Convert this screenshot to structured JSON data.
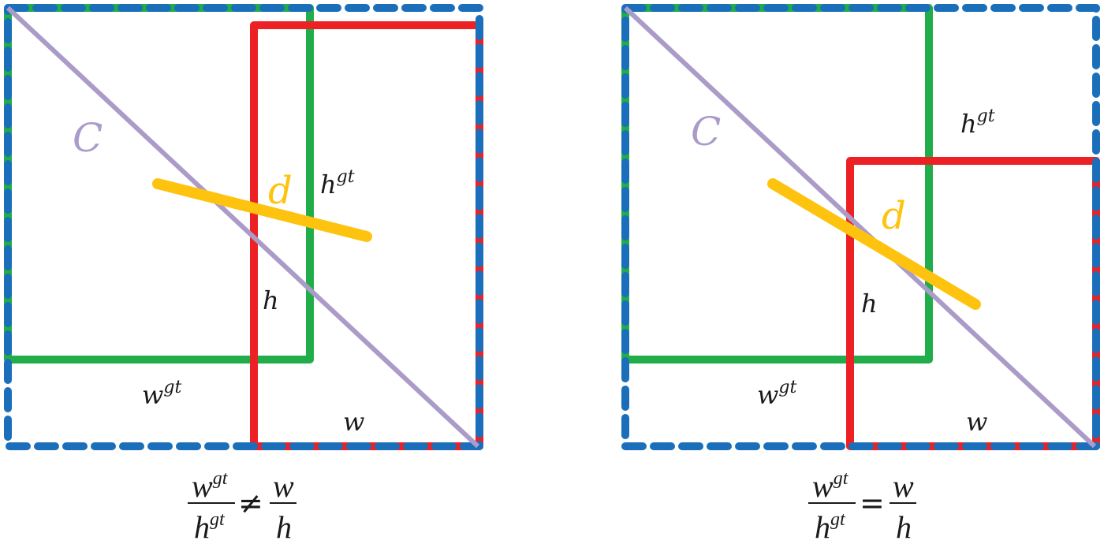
{
  "colors": {
    "enclosing_box": "#1b6fba",
    "ground_truth_box": "#22ad4b",
    "predicted_box": "#ed2024",
    "diagonal": "#aa9bc8",
    "center_distance": "#fec30f",
    "text": "#1a1a1a"
  },
  "panels": [
    {
      "labels": {
        "diagonal": "C",
        "distance": "d",
        "gt_height": "h",
        "gt_height_sup": "gt",
        "pred_height": "h",
        "gt_width": "w",
        "gt_width_sup": "gt",
        "pred_width": "w"
      },
      "formula": {
        "left_num": "w",
        "left_num_sup": "gt",
        "left_den": "h",
        "left_den_sup": "gt",
        "relation": "≠",
        "right_num": "w",
        "right_den": "h"
      }
    },
    {
      "labels": {
        "diagonal": "C",
        "distance": "d",
        "gt_height": "h",
        "gt_height_sup": "gt",
        "pred_height": "h",
        "gt_width": "w",
        "gt_width_sup": "gt",
        "pred_width": "w"
      },
      "formula": {
        "left_num": "w",
        "left_num_sup": "gt",
        "left_den": "h",
        "left_den_sup": "gt",
        "relation": "=",
        "right_num": "w",
        "right_den": "h"
      }
    }
  ]
}
